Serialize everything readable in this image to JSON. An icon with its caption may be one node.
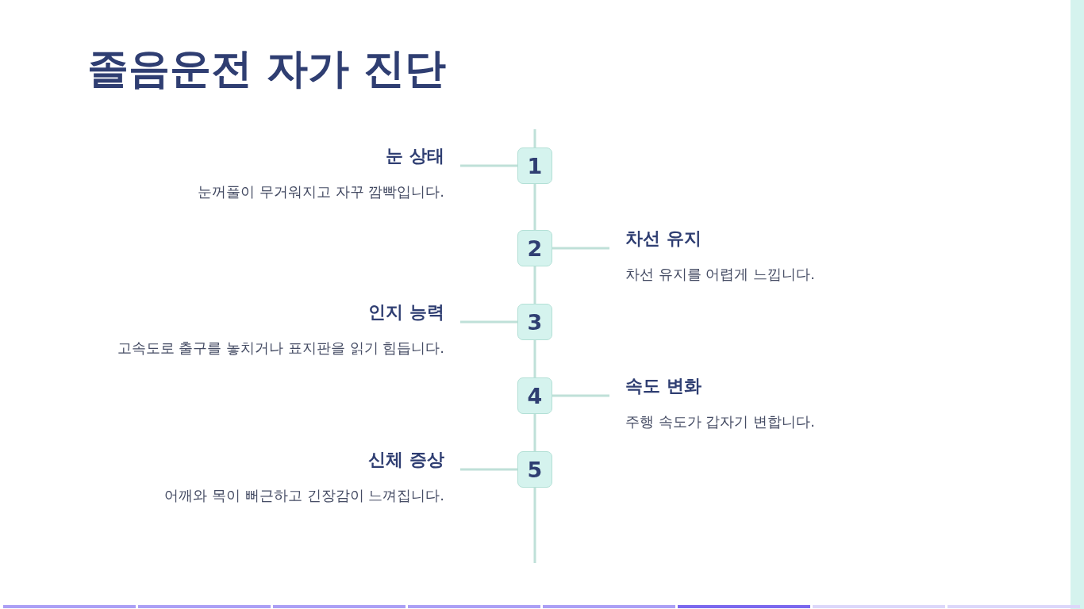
{
  "diagram": {
    "title": "졸음운전 자가 진단",
    "nodes": [
      {
        "text": [
          "1"
        ]
      },
      {
        "text": [
          "2"
        ]
      },
      {
        "text": [
          "3"
        ]
      },
      {
        "text": [
          "4"
        ]
      },
      {
        "text": [
          "5"
        ]
      },
      {
        "text": [
          "눈 상태",
          "눈꺼풀이 무거워지고 자꾸 깜빡입니다."
        ]
      },
      {
        "text": [
          "차선 유지",
          "차선 유지를 어렵게 느낍니다."
        ]
      },
      {
        "text": [
          "인지 능력",
          "고속도로 출구를 놓치거나 표지판을 읽기 힘듭니다."
        ]
      },
      {
        "text": [
          "속도 변화",
          "주행 속도가 갑자기 변합니다."
        ]
      },
      {
        "text": [
          "신체 증상",
          "어깨와 목이 뻐근하고 긴장감이 느껴집니다."
        ]
      }
    ],
    "edges": [
      {
        "from": null,
        "to": 0,
        "arrow": "none"
      },
      {
        "from": 0,
        "to": 1,
        "arrow": "none"
      },
      {
        "from": 1,
        "to": 2,
        "arrow": "none"
      },
      {
        "from": 2,
        "to": 3,
        "arrow": "none"
      },
      {
        "from": 3,
        "to": 4,
        "arrow": "none"
      },
      {
        "from": 4,
        "to": null,
        "arrow": "none"
      },
      {
        "from": 0,
        "to": 5,
        "arrow": "none"
      },
      {
        "from": 1,
        "to": 6,
        "arrow": "none"
      },
      {
        "from": 2,
        "to": 7,
        "arrow": "none"
      },
      {
        "from": 3,
        "to": 8,
        "arrow": "none"
      },
      {
        "from": 4,
        "to": 9,
        "arrow": "none"
      }
    ]
  }
}
